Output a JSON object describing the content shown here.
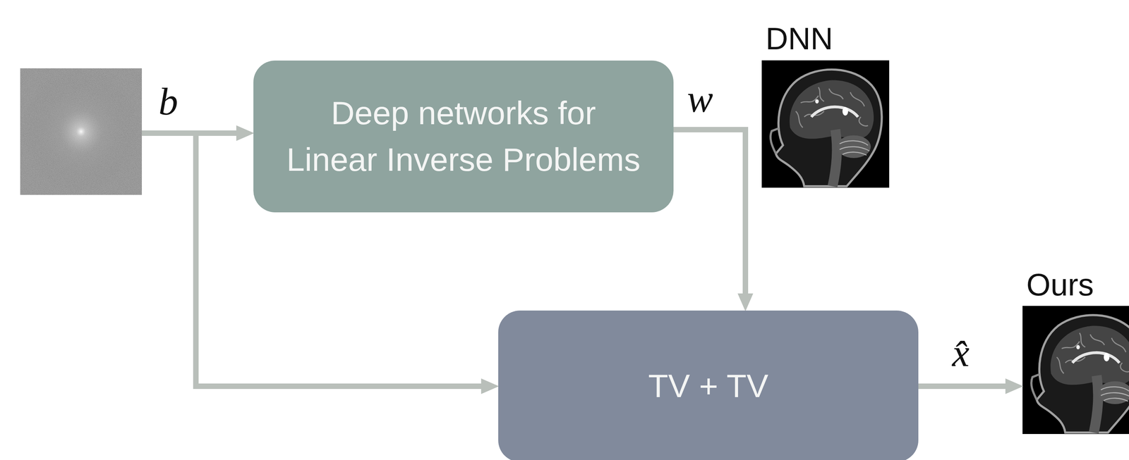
{
  "diagram": {
    "nodes": [
      {
        "text": []
      },
      {
        "text": [
          "Deep networks for Linear Inverse Problems"
        ]
      },
      {
        "text": [
          "DNN"
        ]
      },
      {
        "text": [
          "TV + TV"
        ]
      },
      {
        "text": [
          "Ours"
        ]
      }
    ],
    "edges": [
      {
        "from": 0,
        "to": 1,
        "arrow": "to",
        "label": "b"
      },
      {
        "from": 0,
        "to": 3,
        "arrow": "to"
      },
      {
        "from": 1,
        "to": 3,
        "arrow": "to",
        "label": "w"
      },
      {
        "from": 3,
        "to": 4,
        "arrow": "to",
        "label": "x̂"
      }
    ]
  }
}
